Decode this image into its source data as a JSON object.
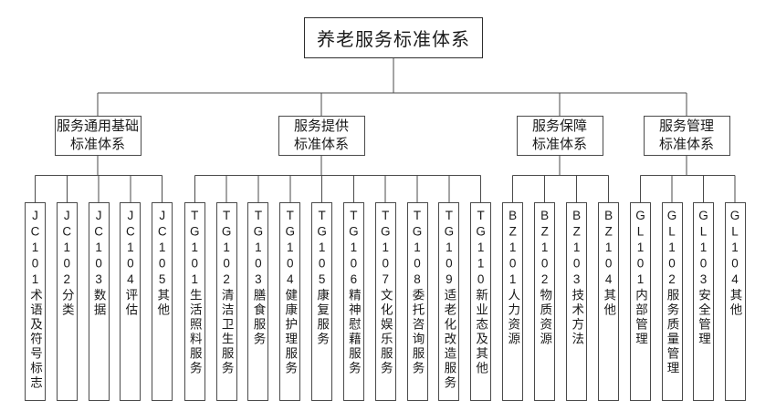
{
  "diagram": {
    "title": "养老服务标准体系",
    "root": {
      "label": "养老服务标准体系"
    },
    "branches": [
      {
        "id": "JC",
        "label_lines": [
          "服务通用基础",
          "标准体系"
        ],
        "children": [
          {
            "code": "JC101",
            "label": "术语及符号标志"
          },
          {
            "code": "JC102",
            "label": "分类"
          },
          {
            "code": "JC103",
            "label": "数据"
          },
          {
            "code": "JC104",
            "label": "评估"
          },
          {
            "code": "JC105",
            "label": "其他"
          }
        ]
      },
      {
        "id": "TG",
        "label_lines": [
          "服务提供",
          "标准体系"
        ],
        "children": [
          {
            "code": "TG101",
            "label": "生活照料服务"
          },
          {
            "code": "TG102",
            "label": "清洁卫生服务"
          },
          {
            "code": "TG103",
            "label": "膳食服务"
          },
          {
            "code": "TG104",
            "label": "健康护理服务"
          },
          {
            "code": "TG105",
            "label": "康复服务"
          },
          {
            "code": "TG106",
            "label": "精神慰藉服务"
          },
          {
            "code": "TG107",
            "label": "文化娱乐服务"
          },
          {
            "code": "TG108",
            "label": "委托咨询服务"
          },
          {
            "code": "TG109",
            "label": "适老化改造服务"
          },
          {
            "code": "TG110",
            "label": "新业态及其他"
          }
        ]
      },
      {
        "id": "BZ",
        "label_lines": [
          "服务保障",
          "标准体系"
        ],
        "children": [
          {
            "code": "BZ101",
            "label": "人力资源"
          },
          {
            "code": "BZ102",
            "label": "物质资源"
          },
          {
            "code": "BZ103",
            "label": "技术方法"
          },
          {
            "code": "BZ104",
            "label": "其他"
          }
        ]
      },
      {
        "id": "GL",
        "label_lines": [
          "服务管理",
          "标准体系"
        ],
        "children": [
          {
            "code": "GL101",
            "label": "内部管理"
          },
          {
            "code": "GL102",
            "label": "服务质量管理"
          },
          {
            "code": "GL103",
            "label": "安全管理"
          },
          {
            "code": "GL104",
            "label": "其他"
          }
        ]
      }
    ],
    "colors": {
      "line": "#4a4a4a",
      "border": "#4a4a4a",
      "root_border": "#2e2e2e",
      "text": "#1a1a1a",
      "background": "#ffffff"
    }
  }
}
